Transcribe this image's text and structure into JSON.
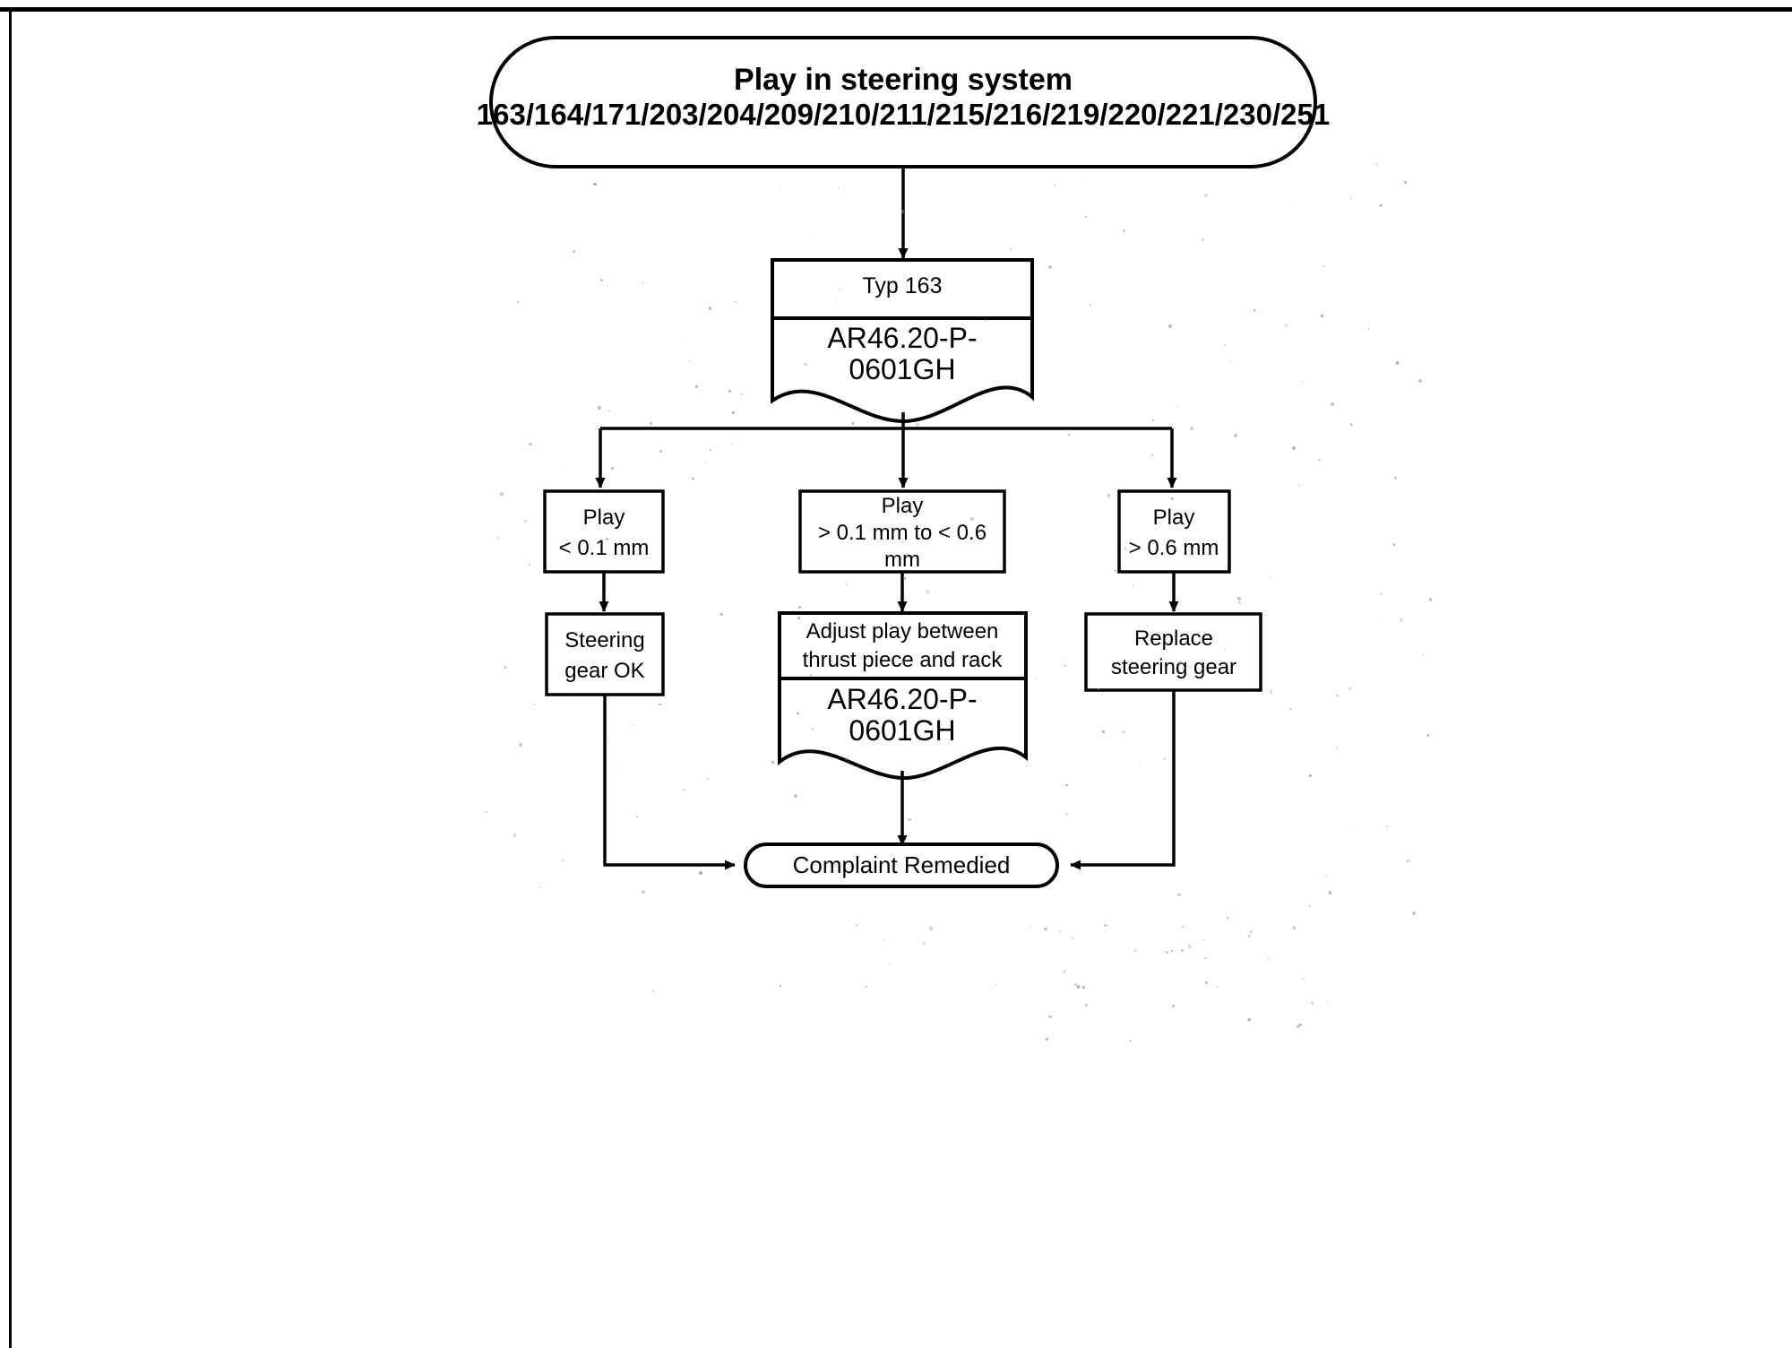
{
  "document": {
    "kind": "flowchart-diagram",
    "ink_color": "#000000",
    "background_color": "#ffffff"
  },
  "start_terminator": {
    "title": "Play in steering system",
    "types": "163/164/171/203/204/209/210/211/215/216/219/220/221/230/251"
  },
  "type_document": {
    "header": "Typ 163",
    "reference_line1": "AR46.20-P-",
    "reference_line2": "0601GH"
  },
  "branches": [
    {
      "id": "low",
      "condition_line1": "Play",
      "condition_line2": "< 0.1 mm",
      "condition_line3": "",
      "outcome_line1": "Steering",
      "outcome_line2": "gear OK"
    },
    {
      "id": "mid",
      "condition_line1": "Play",
      "condition_line2": "> 0.1 mm to < 0.6",
      "condition_line3": "mm",
      "outcome_line1": "Adjust play between",
      "outcome_line2": "thrust piece and rack",
      "reference_line1": "AR46.20-P-",
      "reference_line2": "0601GH"
    },
    {
      "id": "high",
      "condition_line1": "Play",
      "condition_line2": "> 0.6 mm",
      "condition_line3": "",
      "outcome_line1": "Replace",
      "outcome_line2": "steering gear"
    }
  ],
  "end_terminator": {
    "label": "Complaint Remedied"
  }
}
